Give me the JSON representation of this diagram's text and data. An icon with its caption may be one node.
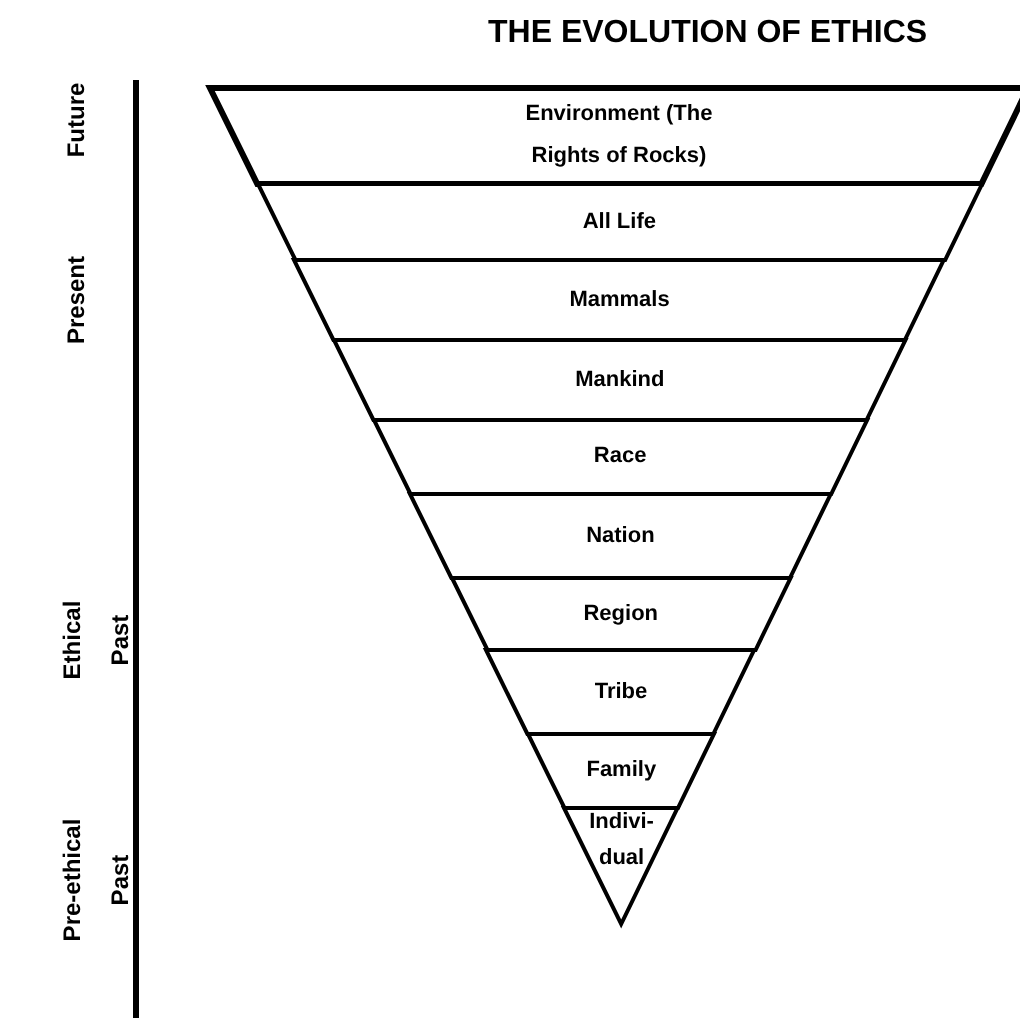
{
  "diagram": {
    "title": "THE EVOLUTION OF ETHICS",
    "nodes": [
      {
        "text": [
          "Environment (The Rights of Rocks)"
        ]
      },
      {
        "text": [
          "All Life"
        ]
      },
      {
        "text": [
          "Mammals"
        ]
      },
      {
        "text": [
          "Mankind"
        ]
      },
      {
        "text": [
          "Race"
        ]
      },
      {
        "text": [
          "Nation"
        ]
      },
      {
        "text": [
          "Region"
        ]
      },
      {
        "text": [
          "Tribe"
        ]
      },
      {
        "text": [
          "Family"
        ]
      },
      {
        "text": [
          "Indivi- dual"
        ]
      }
    ],
    "labels": [
      "Future",
      "Present",
      "Ethical Past",
      "Pre-ethical Past"
    ]
  }
}
